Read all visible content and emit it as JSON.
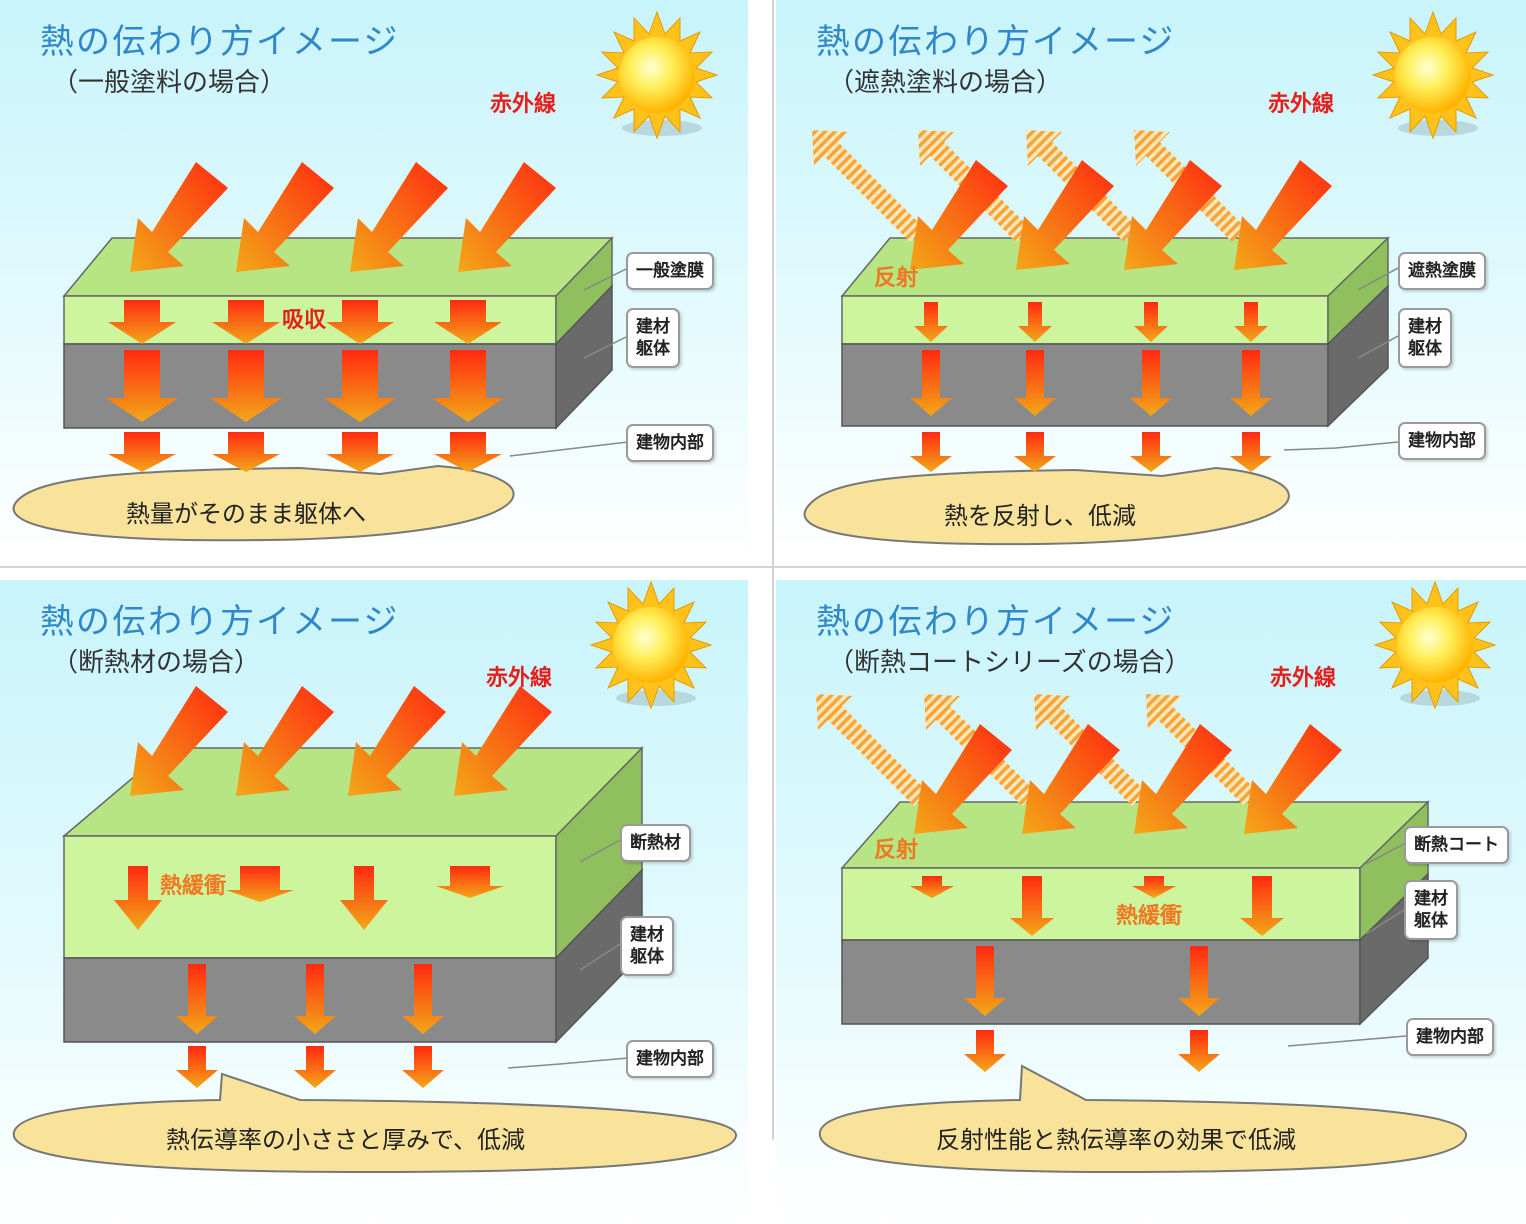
{
  "colors": {
    "title": "#2f86c8",
    "infrared": "#e5201c",
    "coating_green": "#c8f09a",
    "building_gray": "#8a8a8a",
    "bubble": "#f9e39a",
    "arrow_start": "#ff2a10",
    "arrow_end": "#f3a818"
  },
  "icons": [
    "sun-icon",
    "heat-arrow-icon",
    "reflect-arrow-icon"
  ],
  "panels": [
    {
      "title": "熱の伝わり方イメージ",
      "subtitle": "（一般塗料の場合）",
      "infrared_label": "赤外線",
      "layer_callouts": [
        "一般塗膜",
        "建材\n躯体",
        "建物内部"
      ],
      "inner_label": "吸収",
      "bubble_text": "熱量がそのまま躯体へ"
    },
    {
      "title": "熱の伝わり方イメージ",
      "subtitle": "（遮熱塗料の場合）",
      "infrared_label": "赤外線",
      "layer_callouts": [
        "遮熱塗膜",
        "建材\n躯体",
        "建物内部"
      ],
      "reflect_label": "反射",
      "bubble_text": "熱を反射し、低減"
    },
    {
      "title": "熱の伝わり方イメージ",
      "subtitle": "（断熱材の場合）",
      "infrared_label": "赤外線",
      "layer_callouts": [
        "断熱材",
        "建材\n躯体",
        "建物内部"
      ],
      "inner_label": "熱緩衝",
      "bubble_text": "熱伝導率の小ささと厚みで、低減"
    },
    {
      "title": "熱の伝わり方イメージ",
      "subtitle": "（断熱コートシリーズの場合）",
      "infrared_label": "赤外線",
      "layer_callouts": [
        "断熱コート",
        "建材\n躯体",
        "建物内部"
      ],
      "reflect_label": "反射",
      "inner_label": "熱緩衝",
      "bubble_text": "反射性能と熱伝導率の効果で低減"
    }
  ]
}
